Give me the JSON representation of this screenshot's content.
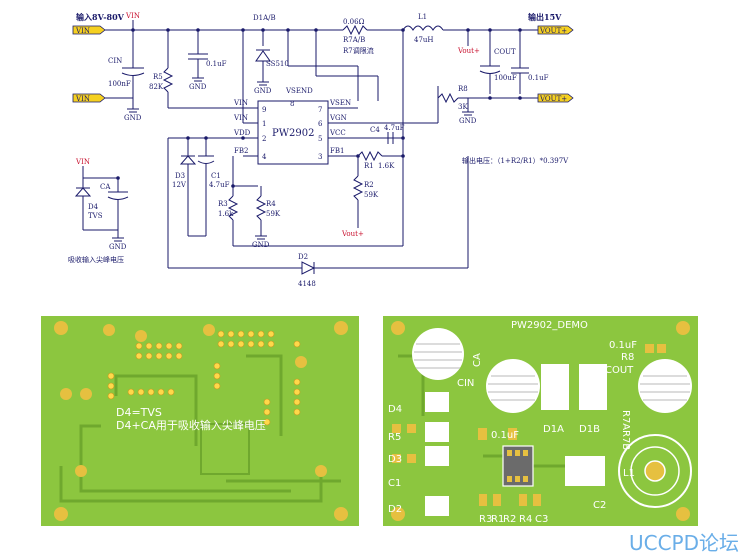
{
  "schematic": {
    "title_left": "输入8V-80V",
    "title_right": "输出15V",
    "vin_net": "VIN",
    "vout_net": "Vout+",
    "vout_port": "VOUT+",
    "gnd": "GND",
    "ic_name": "PW2902",
    "pins_left": [
      "VIN",
      "VIN",
      "VDD",
      "FB2"
    ],
    "pins_left_nums": [
      "9",
      "1",
      "2",
      "4"
    ],
    "pins_right": [
      "VSEN",
      "VGN",
      "VCC",
      "FB1"
    ],
    "pins_right_nums": [
      "7",
      "6",
      "5",
      "3"
    ],
    "pin_top": "VSEND",
    "pin_top_num": "8",
    "cin": "CIN",
    "cin_val": "100nF",
    "c01": "0.1uF",
    "r5": "R5",
    "r5_val": "82K",
    "d1": "D1A/B",
    "d1_part": "SS510",
    "r7_val": "0.06Ω",
    "r7": "R7A/B",
    "r7_note": "R7调限流",
    "l1": "L1",
    "l1_val": "47uH",
    "cout": "COUT",
    "cout_val": "100uF",
    "cout2_val": "0.1uF",
    "r8": "R8",
    "r8_val": "3K",
    "c4": "C4",
    "c4_val": "4.7uF",
    "r1": "R1",
    "r1_val": "1.6K",
    "r2": "R2",
    "r2_val": "59K",
    "d3": "D3",
    "d3_val": "12V",
    "c1": "C1",
    "c1_val": "4.7uF",
    "r3": "R3",
    "r3_val": "1.6k",
    "r4": "R4",
    "r4_val": "59K",
    "d2": "D2",
    "d2_val": "4148",
    "ca": "CA",
    "d4": "D4",
    "d4_val": "TVS",
    "formula": "输出电压：（1+R2/R1）*0.397V",
    "absorb_note": "吸收输入尖峰电压"
  },
  "pcb_bottom": {
    "note1": "D4=TVS",
    "note2": "D4+CA用于吸收输入尖峰电压"
  },
  "pcb_top": {
    "title": "PW2902_DEMO",
    "labels": [
      "CA",
      "CIN",
      "D4",
      "R5",
      "D3",
      "C1",
      "D2",
      "0.1uF",
      "D1A",
      "D1B",
      "0.1uF",
      "R8",
      "COUT",
      "R7A",
      "R7B",
      "L1",
      "C2",
      "R3",
      "R1",
      "R2",
      "R4",
      "C3"
    ]
  },
  "watermark": "UCCPD论坛",
  "colors": {
    "wire": "#1a1a6a",
    "net_red": "#c8102e",
    "port": "#f5d020",
    "pcb": "#8cc63f",
    "pcb_dark": "#6fa82e",
    "pad": "#e6c040"
  }
}
